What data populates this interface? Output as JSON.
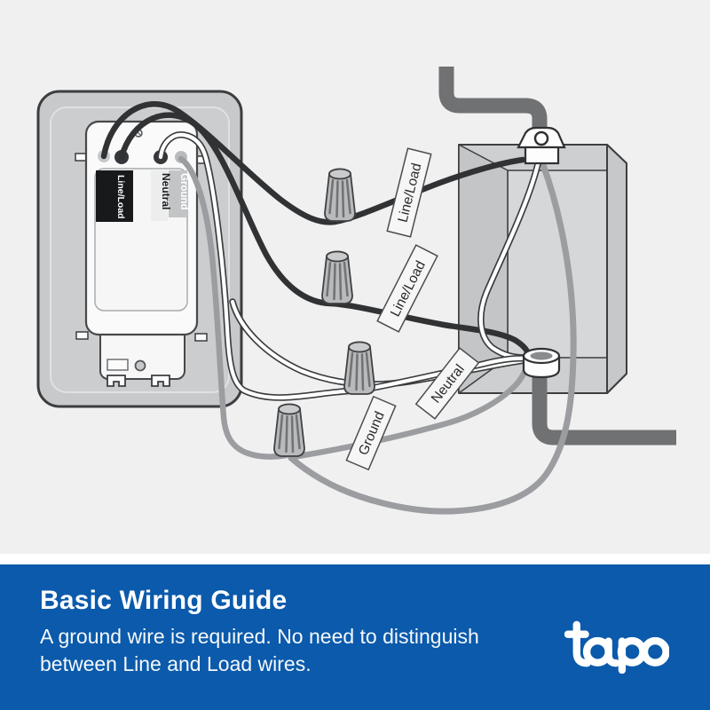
{
  "diagram": {
    "bg_color": "#f0f0f1",
    "device_labels": [
      {
        "text": "Line/Load"
      },
      {
        "text": "Neutral"
      },
      {
        "text": "Ground"
      }
    ],
    "wire_tags": [
      {
        "text": "Line/Load"
      },
      {
        "text": "Line/Load"
      },
      {
        "text": "Neutral"
      },
      {
        "text": "Ground"
      }
    ]
  },
  "banner": {
    "title": "Basic Wiring Guide",
    "description_line1": "A ground wire is required. No need to distinguish",
    "description_line2": "between Line and Load wires.",
    "logo_text": "tapo",
    "bg_color": "#0b5aab"
  },
  "colors": {
    "line_load_wire": "#303234",
    "neutral_wire": "#ffffff",
    "ground_wire": "#9b9da0",
    "conduit": "#6f7173",
    "banner_blue": "#0b5aab"
  }
}
